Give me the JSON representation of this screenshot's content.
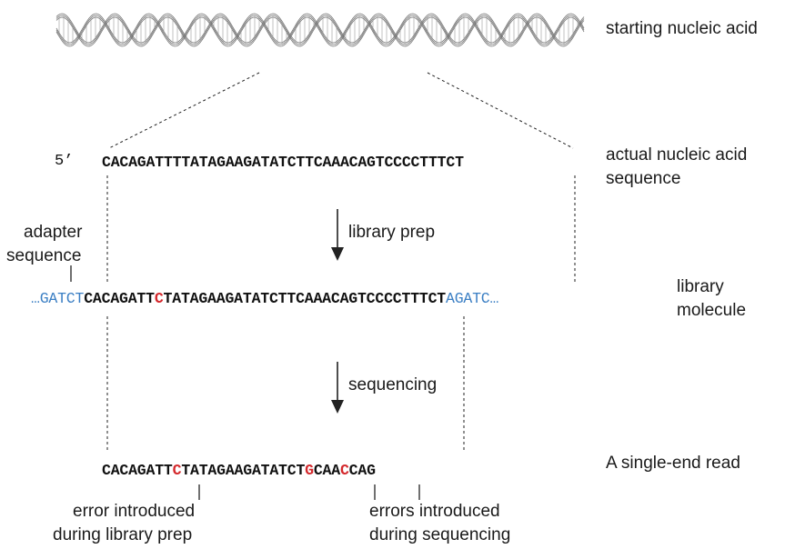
{
  "labels": {
    "starting": "starting nucleic acid",
    "actual_line1": "actual nucleic acid",
    "actual_line2": "sequence",
    "adapter_line1": "adapter",
    "adapter_line2": "sequence",
    "library_line1": "library",
    "library_line2": "molecule",
    "library_prep": "library prep",
    "sequencing": "sequencing",
    "single_end": "A single-end read",
    "err_prep_line1": "error introduced",
    "err_prep_line2": "during library prep",
    "err_seq_line1": "errors introduced",
    "err_seq_line2": "during sequencing"
  },
  "five_prime": "5’",
  "actual_sequence": "CACAGATTTTATAGAAGATATCTTCAAACAGTCCCCTTTCT",
  "library": {
    "adapter_left": "…GATCT",
    "seq_a": "CACAGATT",
    "err": "C",
    "seq_b": "TATAGAAGATATCTTCAAACAGTCCCCTTTCT",
    "adapter_right": "AGATC…"
  },
  "read": {
    "p1": "CACAGATT",
    "e1": "C",
    "p2": "TATAGAAGATATCT",
    "e2": "G",
    "p3": "CAA",
    "e3": "C",
    "p4": "CAG"
  },
  "colors": {
    "error": "#d4282c",
    "adapter": "#3b7fc4"
  }
}
